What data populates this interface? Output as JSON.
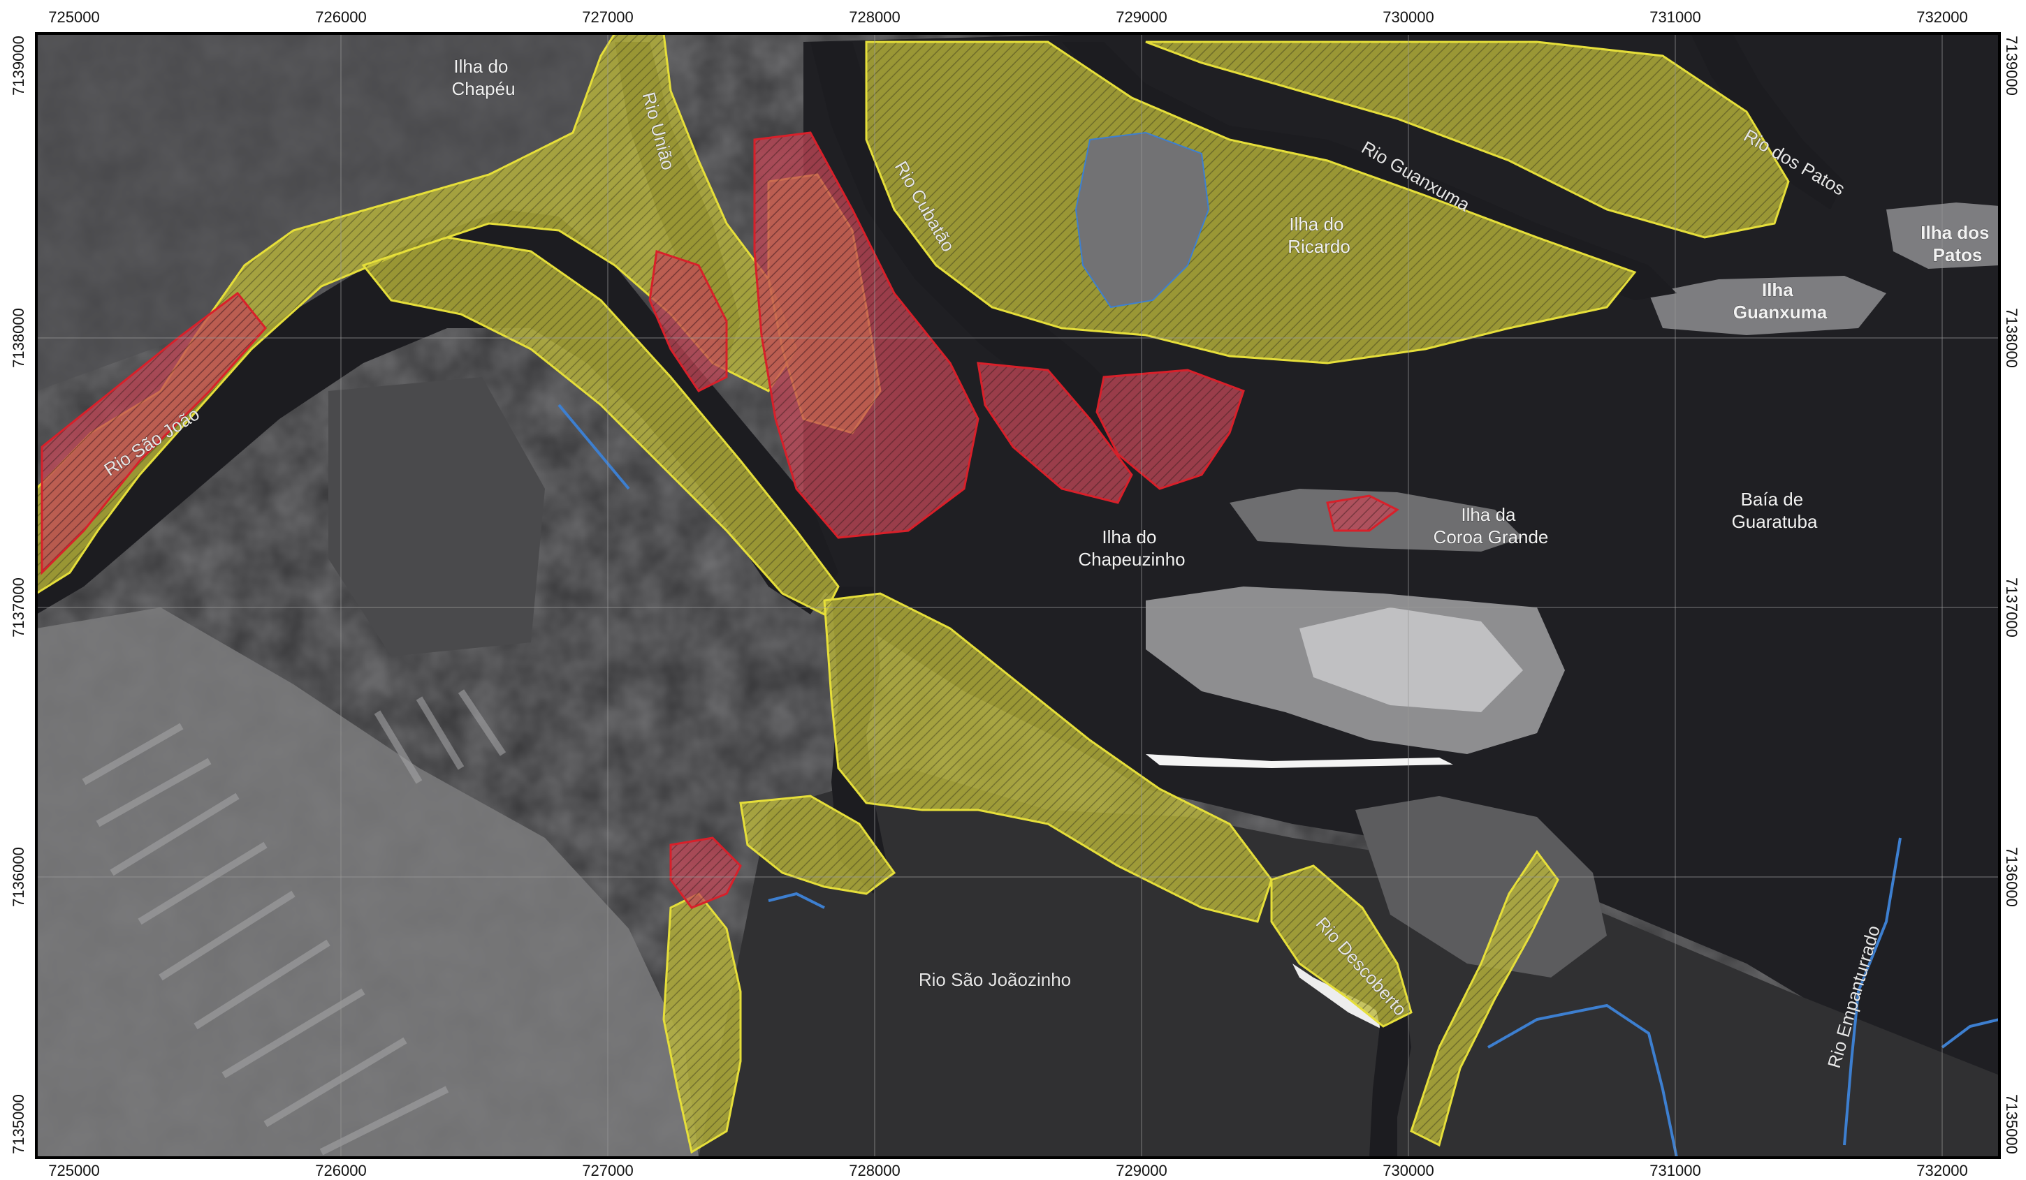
{
  "colors": {
    "water": "#1d1d21",
    "land_dark": "#343436",
    "land_mid": "#5a5a5c",
    "land_light": "#8b8b8d",
    "sand": "#d9d9d9",
    "yellow_hatch": "#c9c43a",
    "yellow_line": "#e9e23a",
    "red_hatch": "#c03a4a",
    "red_line": "#d8202a",
    "blue_line": "#3d7fd0",
    "frame": "#000000",
    "grid": "#9a9a9a"
  },
  "axes": {
    "x_ticks": [
      "725000",
      "726000",
      "727000",
      "728000",
      "729000",
      "730000",
      "731000",
      "732000"
    ],
    "y_ticks": [
      "7139000",
      "7138000",
      "7137000",
      "7136000",
      "7135000"
    ]
  },
  "places": [
    {
      "id": "ilha-do-chapeu",
      "lines": [
        "Ilha do",
        "Chapéu"
      ]
    },
    {
      "id": "ilha-do-ricardo",
      "lines": [
        "Ilha do",
        "Ricardo"
      ]
    },
    {
      "id": "ilha-dos-patos",
      "lines": [
        "Ilha dos",
        "Patos"
      ]
    },
    {
      "id": "ilha-guanxuma",
      "lines": [
        "Ilha",
        "Guanxuma"
      ]
    },
    {
      "id": "ilha-do-chapeuzinho",
      "lines": [
        "Ilha do",
        "Chapeuzinho"
      ]
    },
    {
      "id": "ilha-da-coroa-grande",
      "lines": [
        "Ilha da",
        "Coroa Grande"
      ]
    },
    {
      "id": "baia-de-guaratuba",
      "lines": [
        "Baía de",
        "Guaratuba"
      ]
    }
  ],
  "rivers": [
    {
      "id": "rio-sao-joao",
      "label": "Rio São João"
    },
    {
      "id": "rio-uniao",
      "label": "Rio União"
    },
    {
      "id": "rio-cubatao",
      "label": "Rio Cubatão"
    },
    {
      "id": "rio-guanxuma",
      "label": "Rio Guanxuma"
    },
    {
      "id": "rio-dos-patos",
      "label": "Rio dos Patos"
    },
    {
      "id": "rio-sao-joaozinho",
      "label": "Rio São Joãozinho"
    },
    {
      "id": "rio-descoberto",
      "label": "Rio Descoberto"
    },
    {
      "id": "rio-empanturrado",
      "label": "Rio Empanturrado"
    }
  ]
}
